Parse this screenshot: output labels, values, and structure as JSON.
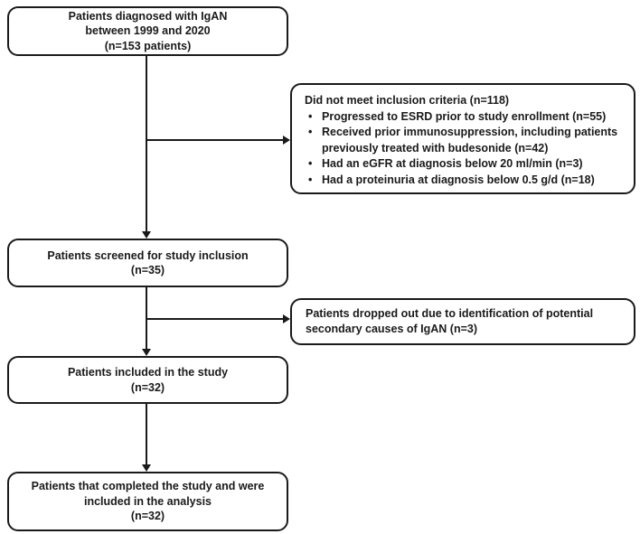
{
  "colors": {
    "box_border": "#1a1a1a",
    "line": "#1a1a1a",
    "text": "#1a1a1a",
    "background": "#ffffff"
  },
  "boxes": {
    "diagnosed": {
      "lines": [
        "Patients diagnosed with IgAN",
        "between 1999 and 2020",
        "(n=153 patients)"
      ]
    },
    "exclusion": {
      "title": "Did not meet inclusion criteria (n=118)",
      "bullets": [
        "Progressed to ESRD prior to study enrollment  (n=55)",
        "Received prior immunosuppression,  including patients previously treated with budesonide (n=42)",
        "Had an eGFR at diagnosis below 20 ml/min (n=3)",
        "Had a proteinuria at diagnosis below 0.5 g/d (n=18)"
      ]
    },
    "screened": {
      "lines": [
        "Patients screened for study inclusion",
        "(n=35)"
      ]
    },
    "dropped_out": {
      "text": "Patients dropped out due to identification of potential secondary causes of IgAN (n=3)"
    },
    "included": {
      "lines": [
        "Patients included in the study",
        "(n=32)"
      ]
    },
    "completed": {
      "lines": [
        "Patients that completed the study and were",
        "included in the analysis",
        "(n=32)"
      ]
    }
  }
}
